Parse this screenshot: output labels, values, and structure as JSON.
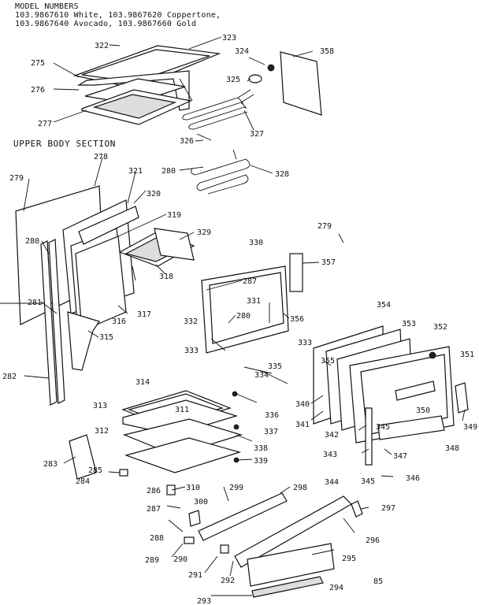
{
  "header": {
    "title": "MODEL NUMBERS",
    "line1": "103.9867610 White, 103.9867620 Coppertone,",
    "line2": "103.9867640 Avocado, 103.9867660 Gold"
  },
  "section_label": "UPPER BODY SECTION",
  "page_code": "85",
  "callouts": [
    "322",
    "323",
    "324",
    "358",
    "275",
    "325",
    "276",
    "277",
    "327",
    "326",
    "278",
    "328",
    "280",
    "321",
    "279",
    "320",
    "319",
    "329",
    "330",
    "280",
    "287",
    "357",
    "279",
    "331",
    "318",
    "281",
    "280",
    "332",
    "356",
    "316",
    "317",
    "333",
    "333",
    "354",
    "353",
    "352",
    "351",
    "315",
    "355",
    "334",
    "335",
    "282",
    "314",
    "311",
    "340",
    "341",
    "336",
    "313",
    "312",
    "337",
    "342",
    "345",
    "350",
    "349",
    "338",
    "283",
    "339",
    "343",
    "347",
    "348",
    "284",
    "285",
    "310",
    "344",
    "345",
    "346",
    "286",
    "287",
    "300",
    "299",
    "298",
    "297",
    "288",
    "296",
    "289",
    "290",
    "291",
    "292",
    "295",
    "294",
    "293"
  ]
}
